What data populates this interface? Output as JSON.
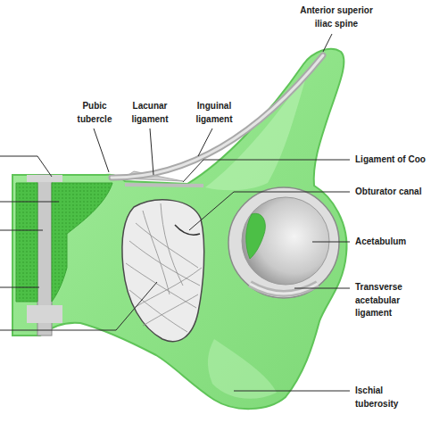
{
  "diagram": {
    "labels": [
      "Anterior superior iliac spine",
      "Pubic tubercle",
      "Lacunar ligament",
      "Inguinal ligament",
      "Ligament of Coo",
      "Obturator canal",
      "Acetabulum",
      "Transverse acetabular ligament",
      "Ischial tuberosity"
    ]
  }
}
